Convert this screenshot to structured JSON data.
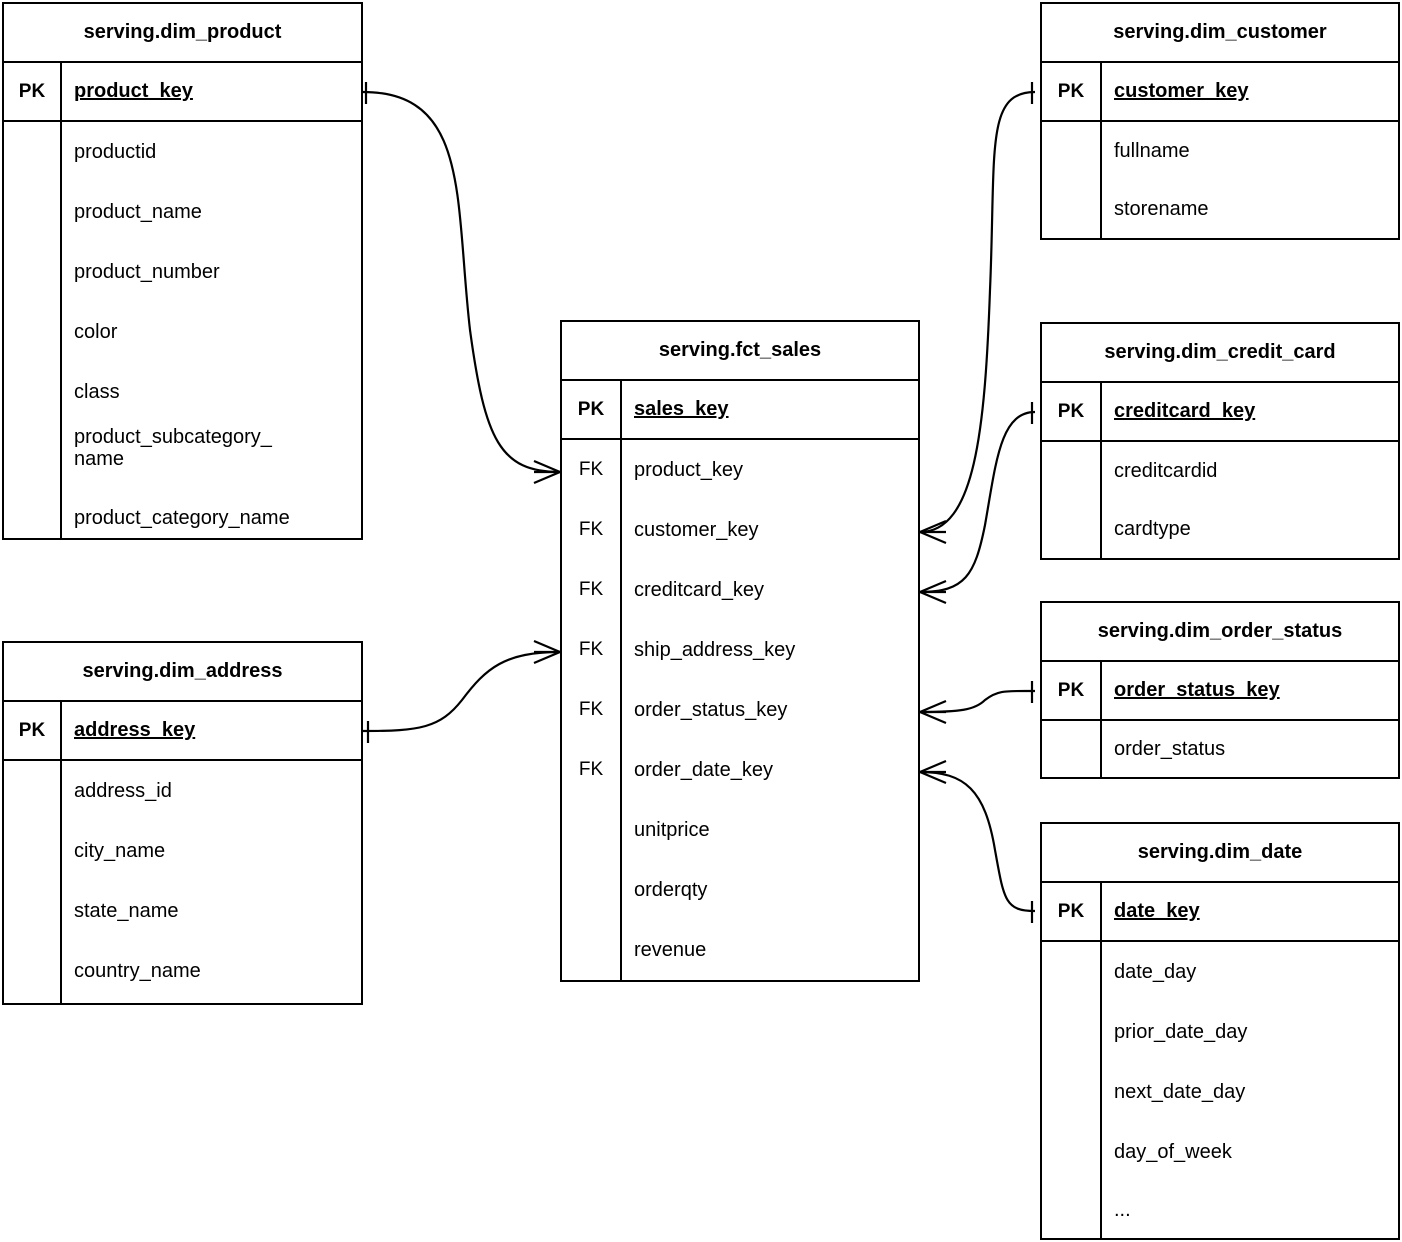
{
  "diagram": {
    "type": "entity-relationship-diagram",
    "notation": "crow's foot",
    "background_color": "#ffffff",
    "line_color": "#000000",
    "key_labels": {
      "primary": "PK",
      "foreign": "FK"
    }
  },
  "entities": {
    "dim_product": {
      "title": "serving.dim_product",
      "pk": {
        "key": "PK",
        "name": "product_key"
      },
      "attributes": [
        {
          "key": "",
          "name": "productid"
        },
        {
          "key": "",
          "name": "product_name"
        },
        {
          "key": "",
          "name": "product_number"
        },
        {
          "key": "",
          "name": "color"
        },
        {
          "key": "",
          "name": "class"
        },
        {
          "key": "",
          "name": "product_subcategory_",
          "name2": "name"
        },
        {
          "key": "",
          "name": "product_category_name"
        }
      ]
    },
    "dim_address": {
      "title": "serving.dim_address",
      "pk": {
        "key": "PK",
        "name": "address_key"
      },
      "attributes": [
        {
          "key": "",
          "name": "address_id"
        },
        {
          "key": "",
          "name": "city_name"
        },
        {
          "key": "",
          "name": "state_name"
        },
        {
          "key": "",
          "name": "country_name"
        }
      ]
    },
    "fct_sales": {
      "title": "serving.fct_sales",
      "pk": {
        "key": "PK",
        "name": "sales_key"
      },
      "attributes": [
        {
          "key": "FK",
          "name": "product_key"
        },
        {
          "key": "FK",
          "name": "customer_key"
        },
        {
          "key": "FK",
          "name": "creditcard_key"
        },
        {
          "key": "FK",
          "name": "ship_address_key"
        },
        {
          "key": "FK",
          "name": "order_status_key"
        },
        {
          "key": "FK",
          "name": "order_date_key"
        },
        {
          "key": "",
          "name": "unitprice"
        },
        {
          "key": "",
          "name": "orderqty"
        },
        {
          "key": "",
          "name": "revenue"
        }
      ]
    },
    "dim_customer": {
      "title": "serving.dim_customer",
      "pk": {
        "key": "PK",
        "name": "customer_key"
      },
      "attributes": [
        {
          "key": "",
          "name": "fullname"
        },
        {
          "key": "",
          "name": "storename"
        }
      ]
    },
    "dim_credit_card": {
      "title": "serving.dim_credit_card",
      "pk": {
        "key": "PK",
        "name": "creditcard_key"
      },
      "attributes": [
        {
          "key": "",
          "name": "creditcardid"
        },
        {
          "key": "",
          "name": "cardtype"
        }
      ]
    },
    "dim_order_status": {
      "title": "serving.dim_order_status",
      "pk": {
        "key": "PK",
        "name": "order_status_key"
      },
      "attributes": [
        {
          "key": "",
          "name": "order_status"
        }
      ]
    },
    "dim_date": {
      "title": "serving.dim_date",
      "pk": {
        "key": "PK",
        "name": "date_key"
      },
      "attributes": [
        {
          "key": "",
          "name": "date_day"
        },
        {
          "key": "",
          "name": "prior_date_day"
        },
        {
          "key": "",
          "name": "next_date_day"
        },
        {
          "key": "",
          "name": "day_of_week"
        },
        {
          "key": "",
          "name": "..."
        }
      ]
    }
  },
  "relationships": [
    {
      "from": "dim_product.product_key",
      "to": "fct_sales.product_key",
      "from_cardinality": "one",
      "to_cardinality": "many"
    },
    {
      "from": "dim_address.address_key",
      "to": "fct_sales.ship_address_key",
      "from_cardinality": "one",
      "to_cardinality": "many"
    },
    {
      "from": "fct_sales.customer_key",
      "to": "dim_customer.customer_key",
      "from_cardinality": "many",
      "to_cardinality": "one"
    },
    {
      "from": "fct_sales.creditcard_key",
      "to": "dim_credit_card.creditcard_key",
      "from_cardinality": "many",
      "to_cardinality": "one"
    },
    {
      "from": "fct_sales.order_status_key",
      "to": "dim_order_status.order_status_key",
      "from_cardinality": "many",
      "to_cardinality": "one"
    },
    {
      "from": "fct_sales.order_date_key",
      "to": "dim_date.date_key",
      "from_cardinality": "many",
      "to_cardinality": "one"
    }
  ]
}
